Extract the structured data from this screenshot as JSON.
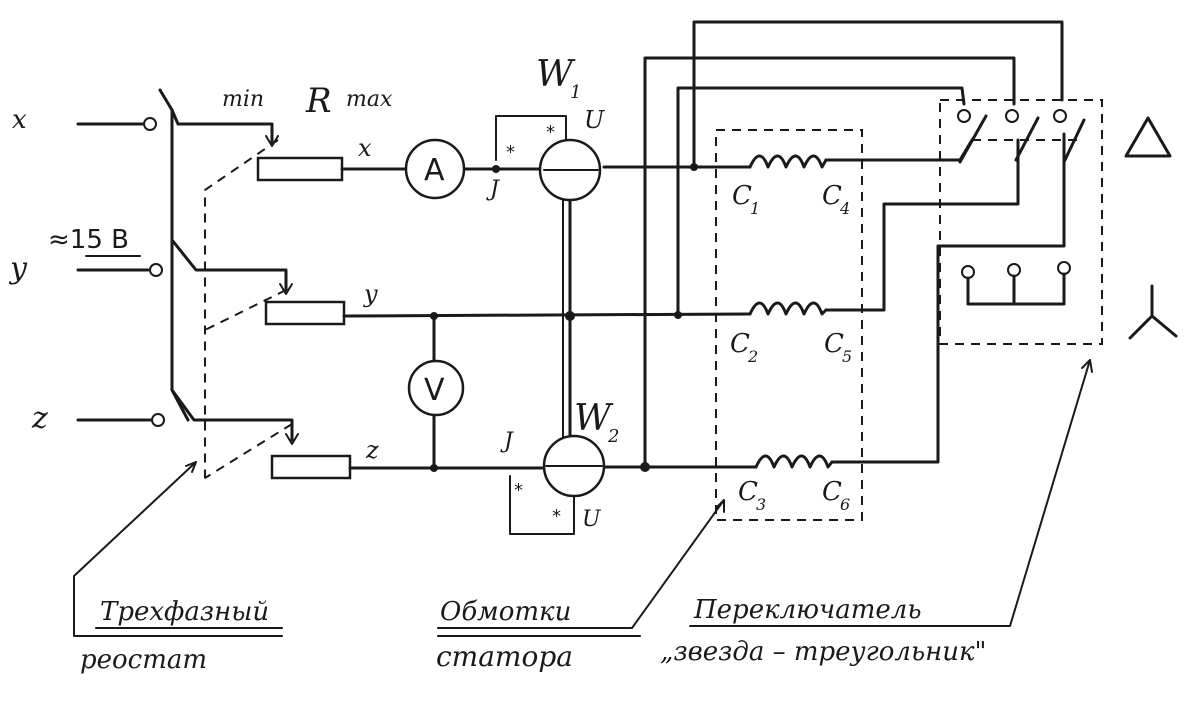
{
  "terminals": {
    "x": "x",
    "y": "y",
    "z": "z"
  },
  "supply": {
    "label": "≈15 B"
  },
  "rheostat": {
    "min": "min",
    "r": "R",
    "max": "max",
    "line_x": "x",
    "line_y": "y",
    "line_z": "z"
  },
  "ammeter": {
    "label": "A"
  },
  "voltmeter": {
    "label": "V"
  },
  "wattmeter1": {
    "name": "W",
    "sub": "1",
    "u": "U",
    "i": "J",
    "star": "*"
  },
  "wattmeter2": {
    "name": "W",
    "sub": "2",
    "u": "U",
    "i": "J",
    "star": "*"
  },
  "windings": {
    "c1": "C",
    "c1s": "1",
    "c4": "C",
    "c4s": "4",
    "c2": "C",
    "c2s": "2",
    "c5": "C",
    "c5s": "5",
    "c3": "C",
    "c3s": "3",
    "c6": "C",
    "c6s": "6"
  },
  "symbols": {
    "delta": "delta-symbol",
    "star": "star-symbol"
  },
  "captions": {
    "rheostat_line1": "Трехфазный",
    "rheostat_line2": "реостат",
    "windings_line1": "Обмотки",
    "windings_line2": "статора",
    "switch_line1": "Переключатель",
    "switch_line2": "„звезда – треугольник\""
  }
}
